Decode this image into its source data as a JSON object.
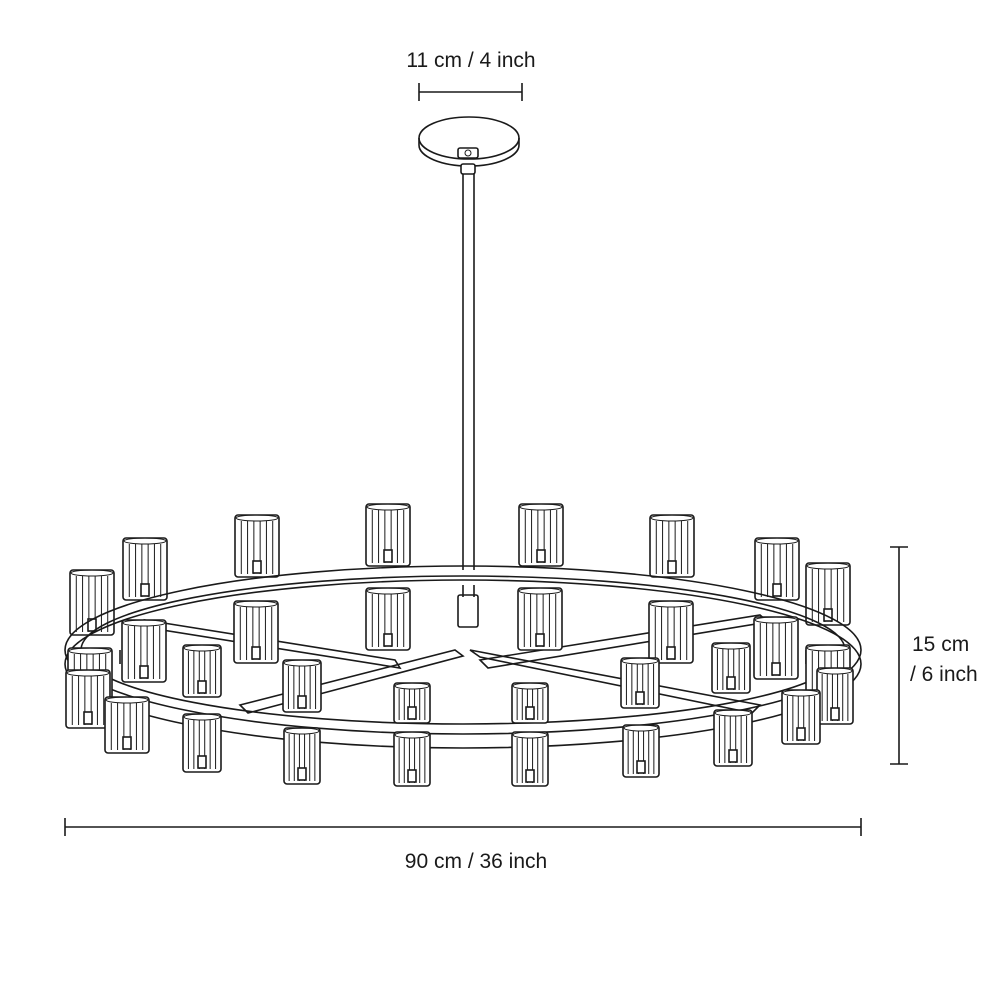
{
  "dimensions": {
    "canopy_width": "11 cm / 4 inch",
    "height_line1": "15 cm",
    "height_line2": "/ 6 inch",
    "overall_width": "90 cm / 36 inch"
  },
  "icons": {
    "fixture": "chandelier-icon",
    "lamp": "cylinder-glass-shade-icon"
  }
}
